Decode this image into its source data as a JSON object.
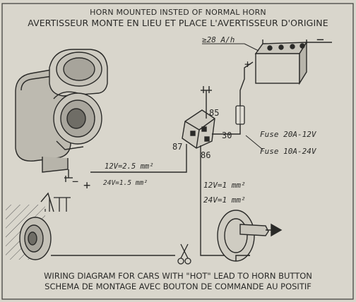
{
  "header": {
    "line1": "HORN MOUNTED INSTED OF NORMAL HORN",
    "line2": "AVERTISSEUR MONTE EN LIEU ET PLACE L'AVERTISSEUR D'ORIGINE"
  },
  "footer": {
    "line1": "WIRING DIAGRAM FOR CARS WITH \"HOT\" LEAD TO HORN BUTTON",
    "line2": "SCHEMA DE MONTAGE AVEC BOUTON DE COMMANDE AU POSITIF"
  },
  "battery": {
    "rating": "≥28 A/h",
    "plus": "+",
    "minus": "−"
  },
  "relay": {
    "pin85": "85",
    "pin86": "86",
    "pin87": "87",
    "pin30": "30"
  },
  "fuse": {
    "line1": "Fuse 20A-12V",
    "line2": "Fuse 10A-24V"
  },
  "horn_wire": {
    "line1": "12V=2.5 mm²",
    "line2": "24V=1.5 mm²",
    "minus": "−",
    "plus": "+"
  },
  "button_wire": {
    "line1": "12V=1 mm²",
    "line2": "24V=1 mm²"
  }
}
